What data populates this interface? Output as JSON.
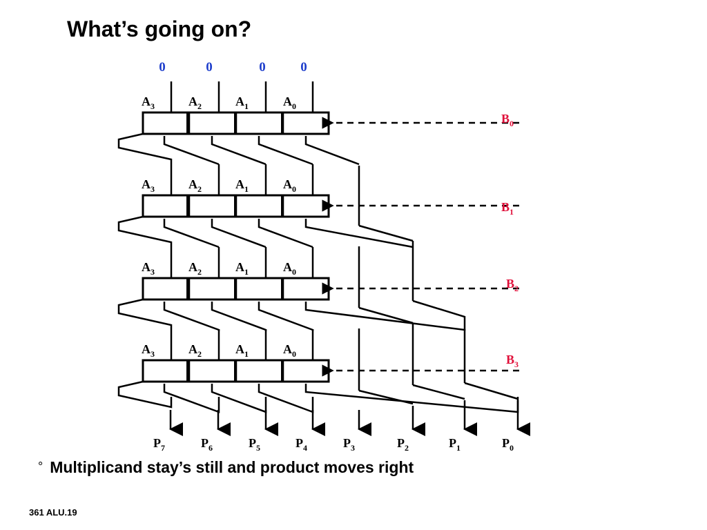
{
  "slide": {
    "title": "What’s going on?",
    "bullet_symbol": "°",
    "bullet_text": "Multiplicand stay’s still and product moves right",
    "footer": "361 ALU.19"
  },
  "diagram": {
    "zero_inputs": [
      "0",
      "0",
      "0",
      "0"
    ],
    "a_label_base": "A",
    "a_subscripts": [
      "3",
      "2",
      "1",
      "0"
    ],
    "b_label_base": "B",
    "b_subscripts": [
      "0",
      "1",
      "2",
      "3"
    ],
    "p_label_base": "P",
    "p_subscripts": [
      "7",
      "6",
      "5",
      "4",
      "3",
      "2",
      "1",
      "0"
    ],
    "colors": {
      "zero": "#1f3fcc",
      "b_labels": "#e0103a",
      "lines": "#000000"
    }
  }
}
